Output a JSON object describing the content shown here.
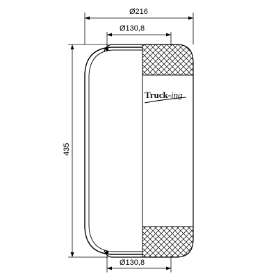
{
  "dimensions": {
    "outer_diameter": "Ø216",
    "top_plate_diameter": "Ø130,8",
    "bottom_plate_diameter": "Ø130,8",
    "height": "435"
  },
  "logo": {
    "main": "Truck-",
    "sub": "ing"
  },
  "colors": {
    "line": "#000000",
    "background": "#ffffff"
  }
}
